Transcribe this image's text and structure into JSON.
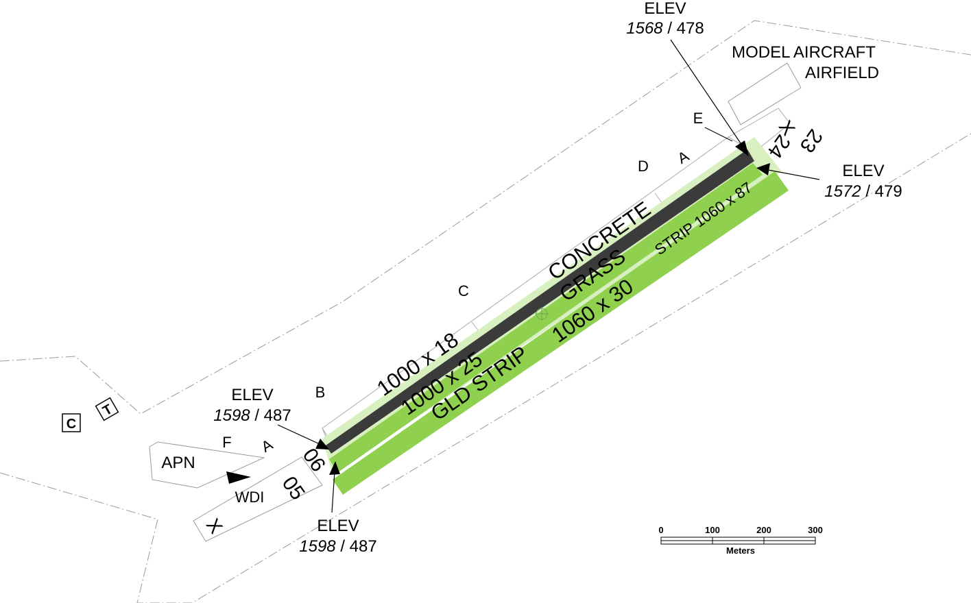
{
  "runways": {
    "concrete": {
      "surface": "CONCRETE",
      "dimensions": "1000 x 18",
      "color": "#d8efc0"
    },
    "grass": {
      "surface": "GRASS",
      "dimensions": "1000 x 25",
      "strip": "STRIP 1060 x 87",
      "color": "#8fd14f"
    },
    "glider": {
      "surface": "GLD STRIP",
      "dimensions": "1060 x 30",
      "color": "#8fd14f"
    },
    "asphalt_color": "#3b3b3b"
  },
  "runway_ends": {
    "rwy06": "06",
    "rwy05": "05",
    "rwy24": "24",
    "rwy23": "23"
  },
  "elevations": {
    "ne_top": {
      "label": "ELEV",
      "feet": "1568",
      "meters": "/ 478"
    },
    "ne_right": {
      "label": "ELEV",
      "feet": "1572",
      "meters": "/ 479"
    },
    "sw_top": {
      "label": "ELEV",
      "feet": "1598",
      "meters": "/ 487"
    },
    "sw_bottom": {
      "label": "ELEV",
      "feet": "1598",
      "meters": "/ 487"
    }
  },
  "taxiways": {
    "a_north": "A",
    "a_south": "A",
    "b": "B",
    "c": "C",
    "d": "D",
    "e": "E",
    "f": "F"
  },
  "features": {
    "model_airfield_line1": "MODEL AIRCRAFT",
    "model_airfield_line2": "AIRFIELD",
    "apron": "APN",
    "wind_indicator": "WDI",
    "closed_mark": "X",
    "tower_symbol": "T",
    "comm_symbol": "C"
  },
  "scale": {
    "ticks": [
      "0",
      "100",
      "200",
      "300"
    ],
    "unit": "Meters"
  }
}
